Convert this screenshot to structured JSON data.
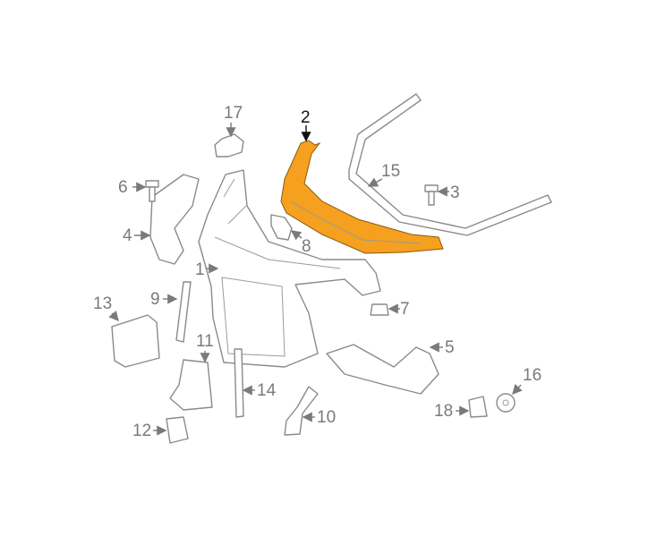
{
  "diagram": {
    "highlight_color": "#f5a01e",
    "callouts": [
      {
        "id": "17",
        "label": "17",
        "highlighted": false
      },
      {
        "id": "2",
        "label": "2",
        "highlighted": true
      },
      {
        "id": "15",
        "label": "15",
        "highlighted": false
      },
      {
        "id": "6",
        "label": "6",
        "highlighted": false
      },
      {
        "id": "3",
        "label": "3",
        "highlighted": false
      },
      {
        "id": "4",
        "label": "4",
        "highlighted": false
      },
      {
        "id": "8",
        "label": "8",
        "highlighted": false
      },
      {
        "id": "1",
        "label": "1",
        "highlighted": false
      },
      {
        "id": "9",
        "label": "9",
        "highlighted": false
      },
      {
        "id": "7",
        "label": "7",
        "highlighted": false
      },
      {
        "id": "13",
        "label": "13",
        "highlighted": false
      },
      {
        "id": "5",
        "label": "5",
        "highlighted": false
      },
      {
        "id": "11",
        "label": "11",
        "highlighted": false
      },
      {
        "id": "16",
        "label": "16",
        "highlighted": false
      },
      {
        "id": "14",
        "label": "14",
        "highlighted": false
      },
      {
        "id": "18",
        "label": "18",
        "highlighted": false
      },
      {
        "id": "10",
        "label": "10",
        "highlighted": false
      },
      {
        "id": "12",
        "label": "12",
        "highlighted": false
      }
    ]
  }
}
